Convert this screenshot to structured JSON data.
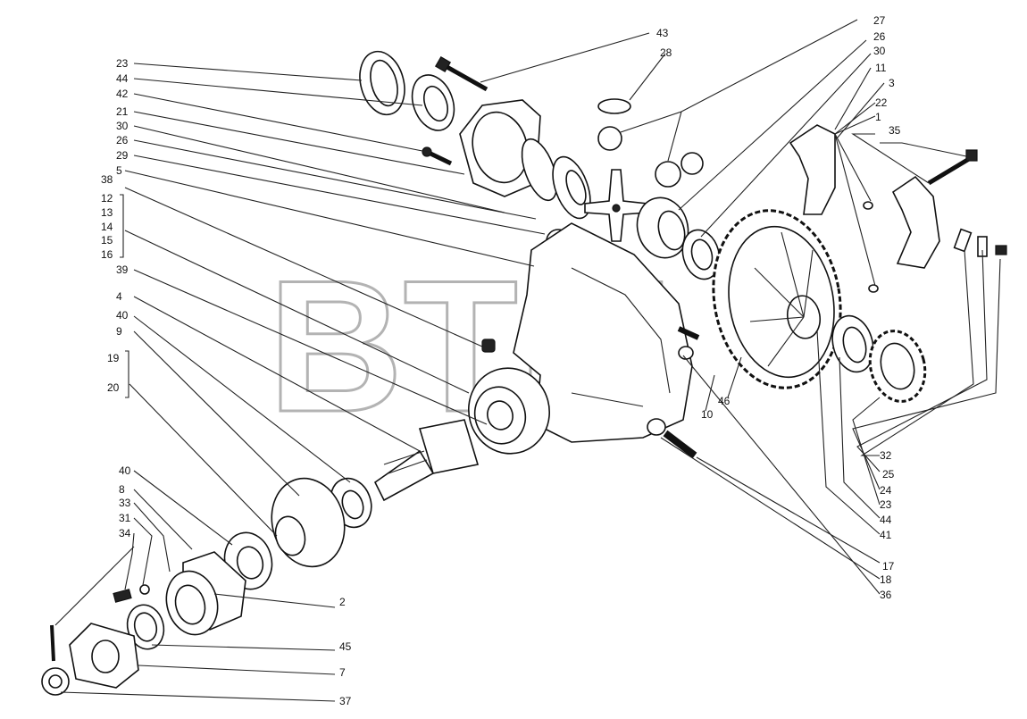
{
  "watermark": {
    "text": "BTM",
    "registered_mark": "®"
  },
  "labels": {
    "43": "43",
    "28": "28",
    "27": "27",
    "26a": "26",
    "30a": "30",
    "11": "11",
    "3": "3",
    "22": "22",
    "1": "1",
    "35": "35",
    "23a": "23",
    "44a": "44",
    "42": "42",
    "21": "21",
    "30b": "30",
    "26b": "26",
    "29": "29",
    "5": "5",
    "38": "38",
    "12": "12",
    "13": "13",
    "14": "14",
    "15": "15",
    "16": "16",
    "39": "39",
    "4": "4",
    "40a": "40",
    "9": "9",
    "19": "19",
    "20": "20",
    "40b": "40",
    "8": "8",
    "33": "33",
    "31": "31",
    "34": "34",
    "2": "2",
    "45": "45",
    "7": "7",
    "37": "37",
    "46": "46",
    "10": "10",
    "32": "32",
    "25": "25",
    "24": "24",
    "23b": "23",
    "44b": "44",
    "41": "41",
    "17": "17",
    "18": "18",
    "36": "36"
  }
}
